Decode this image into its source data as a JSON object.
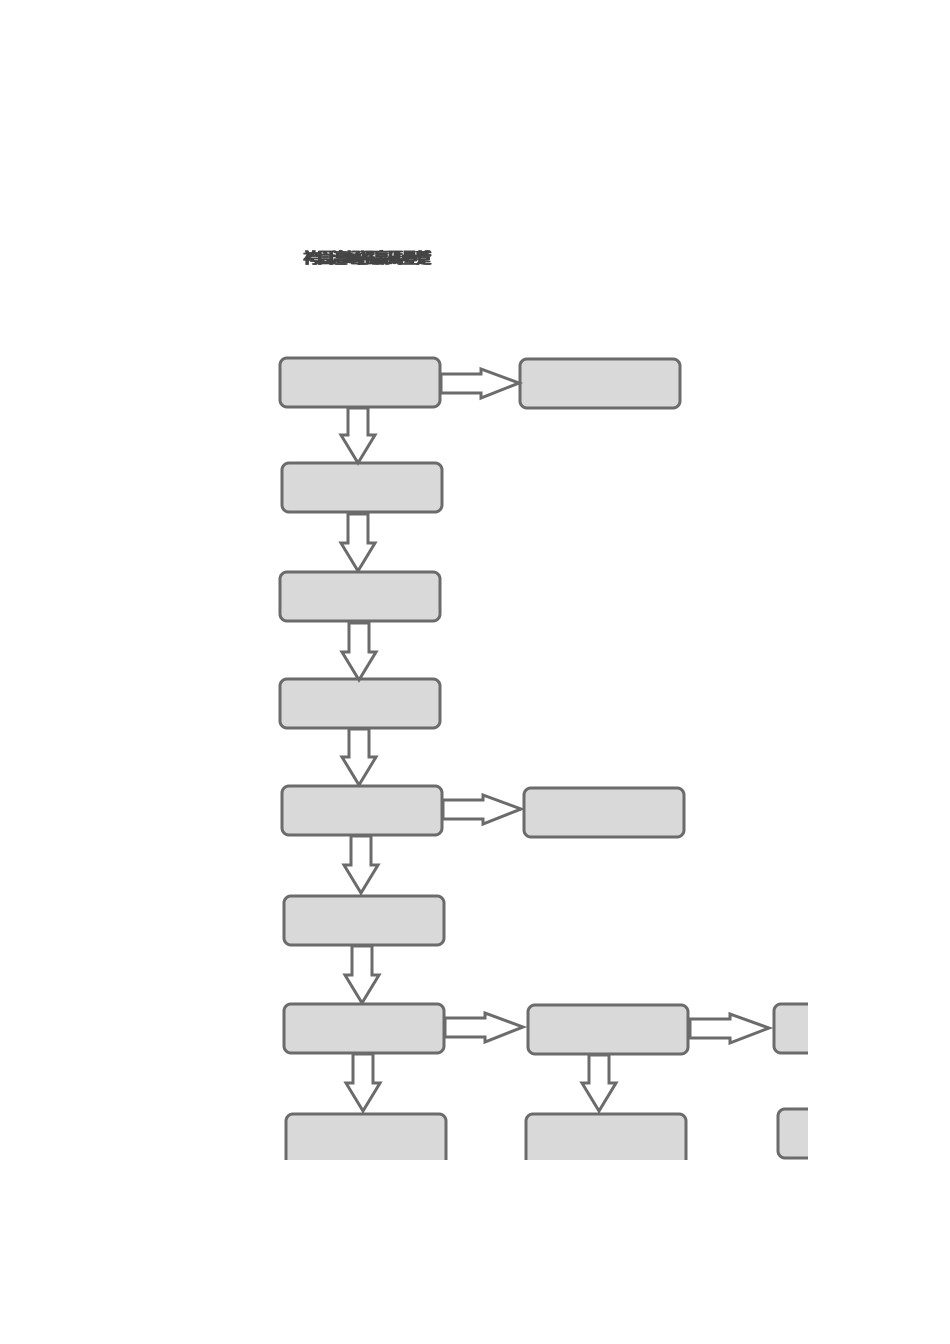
{
  "title": "袴圁澶崡襁嬴碼疉蹵",
  "boxes": [
    {
      "id": "b1",
      "label": ""
    },
    {
      "id": "b2",
      "label": ""
    },
    {
      "id": "b3",
      "label": ""
    },
    {
      "id": "b4",
      "label": ""
    },
    {
      "id": "b5",
      "label": ""
    },
    {
      "id": "b6",
      "label": ""
    },
    {
      "id": "b7",
      "label": ""
    },
    {
      "id": "b8",
      "label": ""
    },
    {
      "id": "b9",
      "label": ""
    },
    {
      "id": "b10",
      "label": ""
    },
    {
      "id": "b11",
      "label": ""
    },
    {
      "id": "b12",
      "label": ""
    },
    {
      "id": "b13",
      "label": ""
    },
    {
      "id": "b14",
      "label": ""
    }
  ],
  "colors": {
    "box_fill": "#d9d9d9",
    "stroke": "#6b6b6b",
    "arrow_fill": "#ffffff"
  }
}
